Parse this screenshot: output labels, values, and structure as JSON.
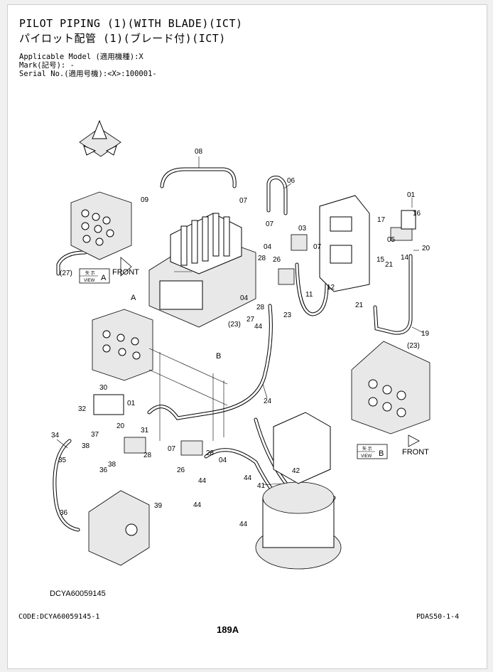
{
  "header": {
    "title_en": "PILOT PIPING (1)(WITH BLADE)(ICT)",
    "title_jp": "パイロット配管 (1)(ブレード付)(ICT)",
    "applicable_model": "Applicable Model (適用機種):X",
    "mark": "Mark(記号): -",
    "serial_no": "Serial No.(適用号機):<X>:100001-"
  },
  "diagram": {
    "drawing_code": "DCYA60059145",
    "view_label": "VIEW",
    "view_kanji": "矢 示",
    "view_a": "A",
    "view_b": "B",
    "front": "FRONT",
    "callouts": [
      "08",
      "06",
      "01",
      "16",
      "09",
      "07",
      "07",
      "03",
      "17",
      "20",
      "05",
      "04",
      "07",
      "15",
      "21",
      "14",
      "28",
      "26",
      "12",
      "(27)",
      "11",
      "21",
      "19",
      "04",
      "28",
      "23",
      "A",
      "27",
      "(23)",
      "44",
      "(23)",
      "B",
      "30",
      "01",
      "24",
      "32",
      "20",
      "31",
      "07",
      "28",
      "04",
      "34",
      "37",
      "38",
      "35",
      "36",
      "38",
      "28",
      "26",
      "42",
      "44",
      "44",
      "41",
      "36",
      "39",
      "44",
      "44",
      "B"
    ]
  },
  "footer": {
    "code_left": "CODE:DCYA60059145-1",
    "code_right": "PDAS50-1-4",
    "page_number": "189A"
  }
}
